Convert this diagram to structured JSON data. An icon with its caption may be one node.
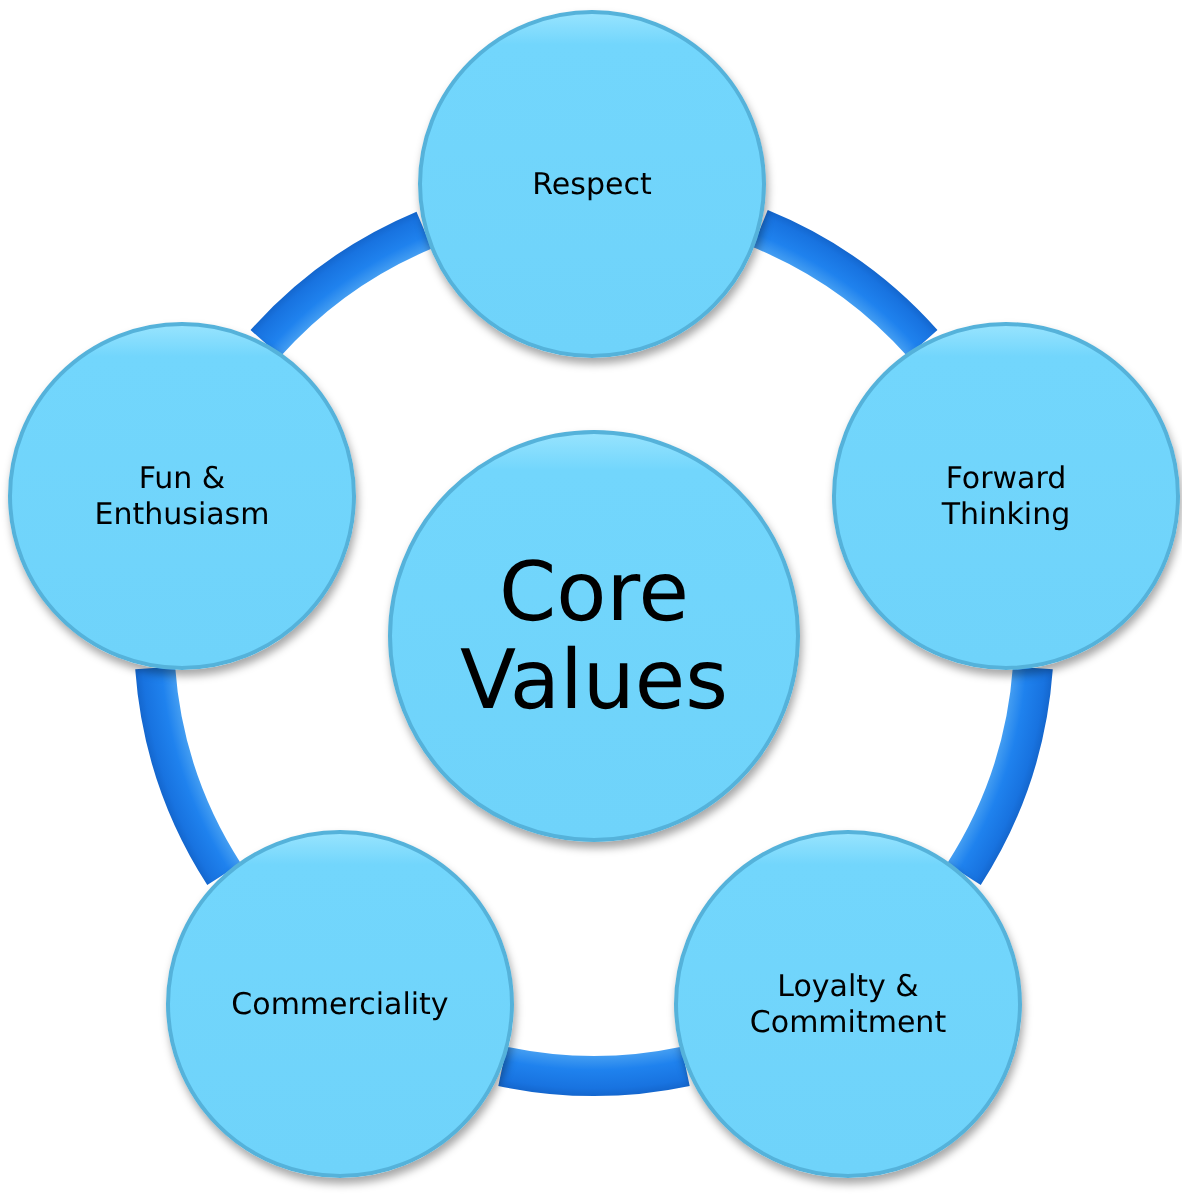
{
  "diagram": {
    "nodes": [
      {
        "text": [
          "Core Values"
        ]
      },
      {
        "text": [
          "Respect"
        ]
      },
      {
        "text": [
          "Forward Thinking"
        ]
      },
      {
        "text": [
          "Loyalty & Commitment"
        ]
      },
      {
        "text": [
          "Commerciality"
        ]
      },
      {
        "text": [
          "Fun & Enthusiasm"
        ]
      }
    ],
    "edges": [
      {
        "from": 1,
        "to": 2,
        "arrow": "none"
      },
      {
        "from": 2,
        "to": 3,
        "arrow": "none"
      },
      {
        "from": 3,
        "to": 4,
        "arrow": "none"
      },
      {
        "from": 4,
        "to": 5,
        "arrow": "none"
      },
      {
        "from": 5,
        "to": 1,
        "arrow": "none"
      }
    ]
  }
}
